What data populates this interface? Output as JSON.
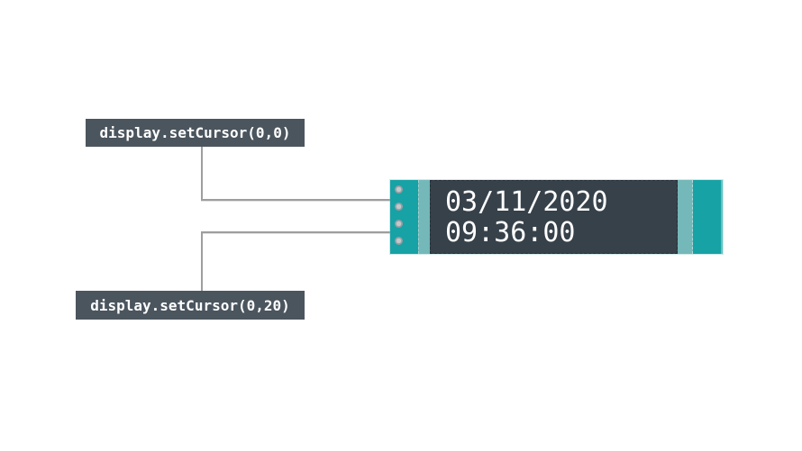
{
  "labels": {
    "top": {
      "text": "display.setCursor(0,0)"
    },
    "bottom": {
      "text": "display.setCursor(0,20)"
    }
  },
  "screen": {
    "line1": "03/11/2020",
    "line2": "09:36:00"
  },
  "module": {
    "pin_count": 4
  },
  "colors": {
    "teal": "#17a2a5",
    "teal-light": "#74b8b9",
    "screen-bg": "#37414a",
    "label-bg": "#4b555e",
    "connector": "#9e9e9e",
    "text": "#ffffff"
  }
}
